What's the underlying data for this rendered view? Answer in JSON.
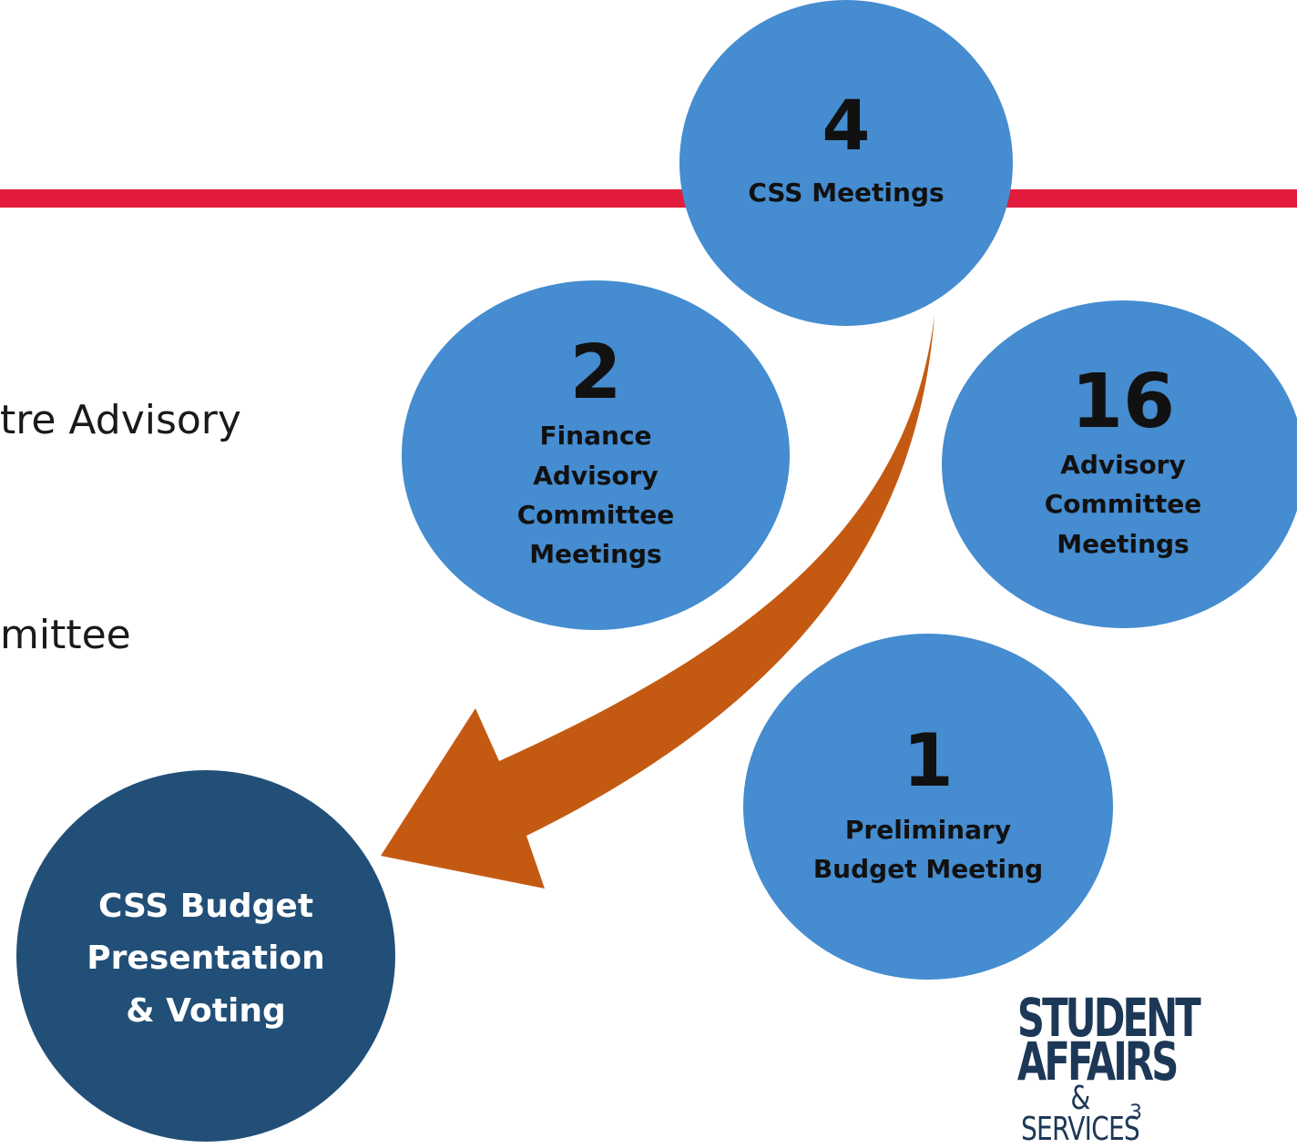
{
  "colors": {
    "rule": "#e31b3c",
    "circle": "#458cd0",
    "circle_dark": "#214f77",
    "arrow": "#c45a12"
  },
  "text_fragments": [
    "tre Advisory",
    "mittee"
  ],
  "circles": {
    "css": {
      "number": "4",
      "label": "CSS Meetings"
    },
    "finance": {
      "number": "2",
      "label_lines": [
        "Finance",
        "Advisory",
        "Committee",
        "Meetings"
      ]
    },
    "advisory": {
      "number": "16",
      "label_lines": [
        "Advisory",
        "Committee",
        "Meetings"
      ]
    },
    "preliminary": {
      "number": "1",
      "label_lines": [
        "Preliminary",
        "Budget Meeting"
      ]
    },
    "presentation": {
      "label_lines": [
        "CSS Budget",
        "Presentation",
        "& Voting"
      ]
    }
  },
  "logo": {
    "line1": "STUDENT",
    "line2": "AFFAIRS",
    "line3": "& SERVICES"
  },
  "slide_number": "3"
}
